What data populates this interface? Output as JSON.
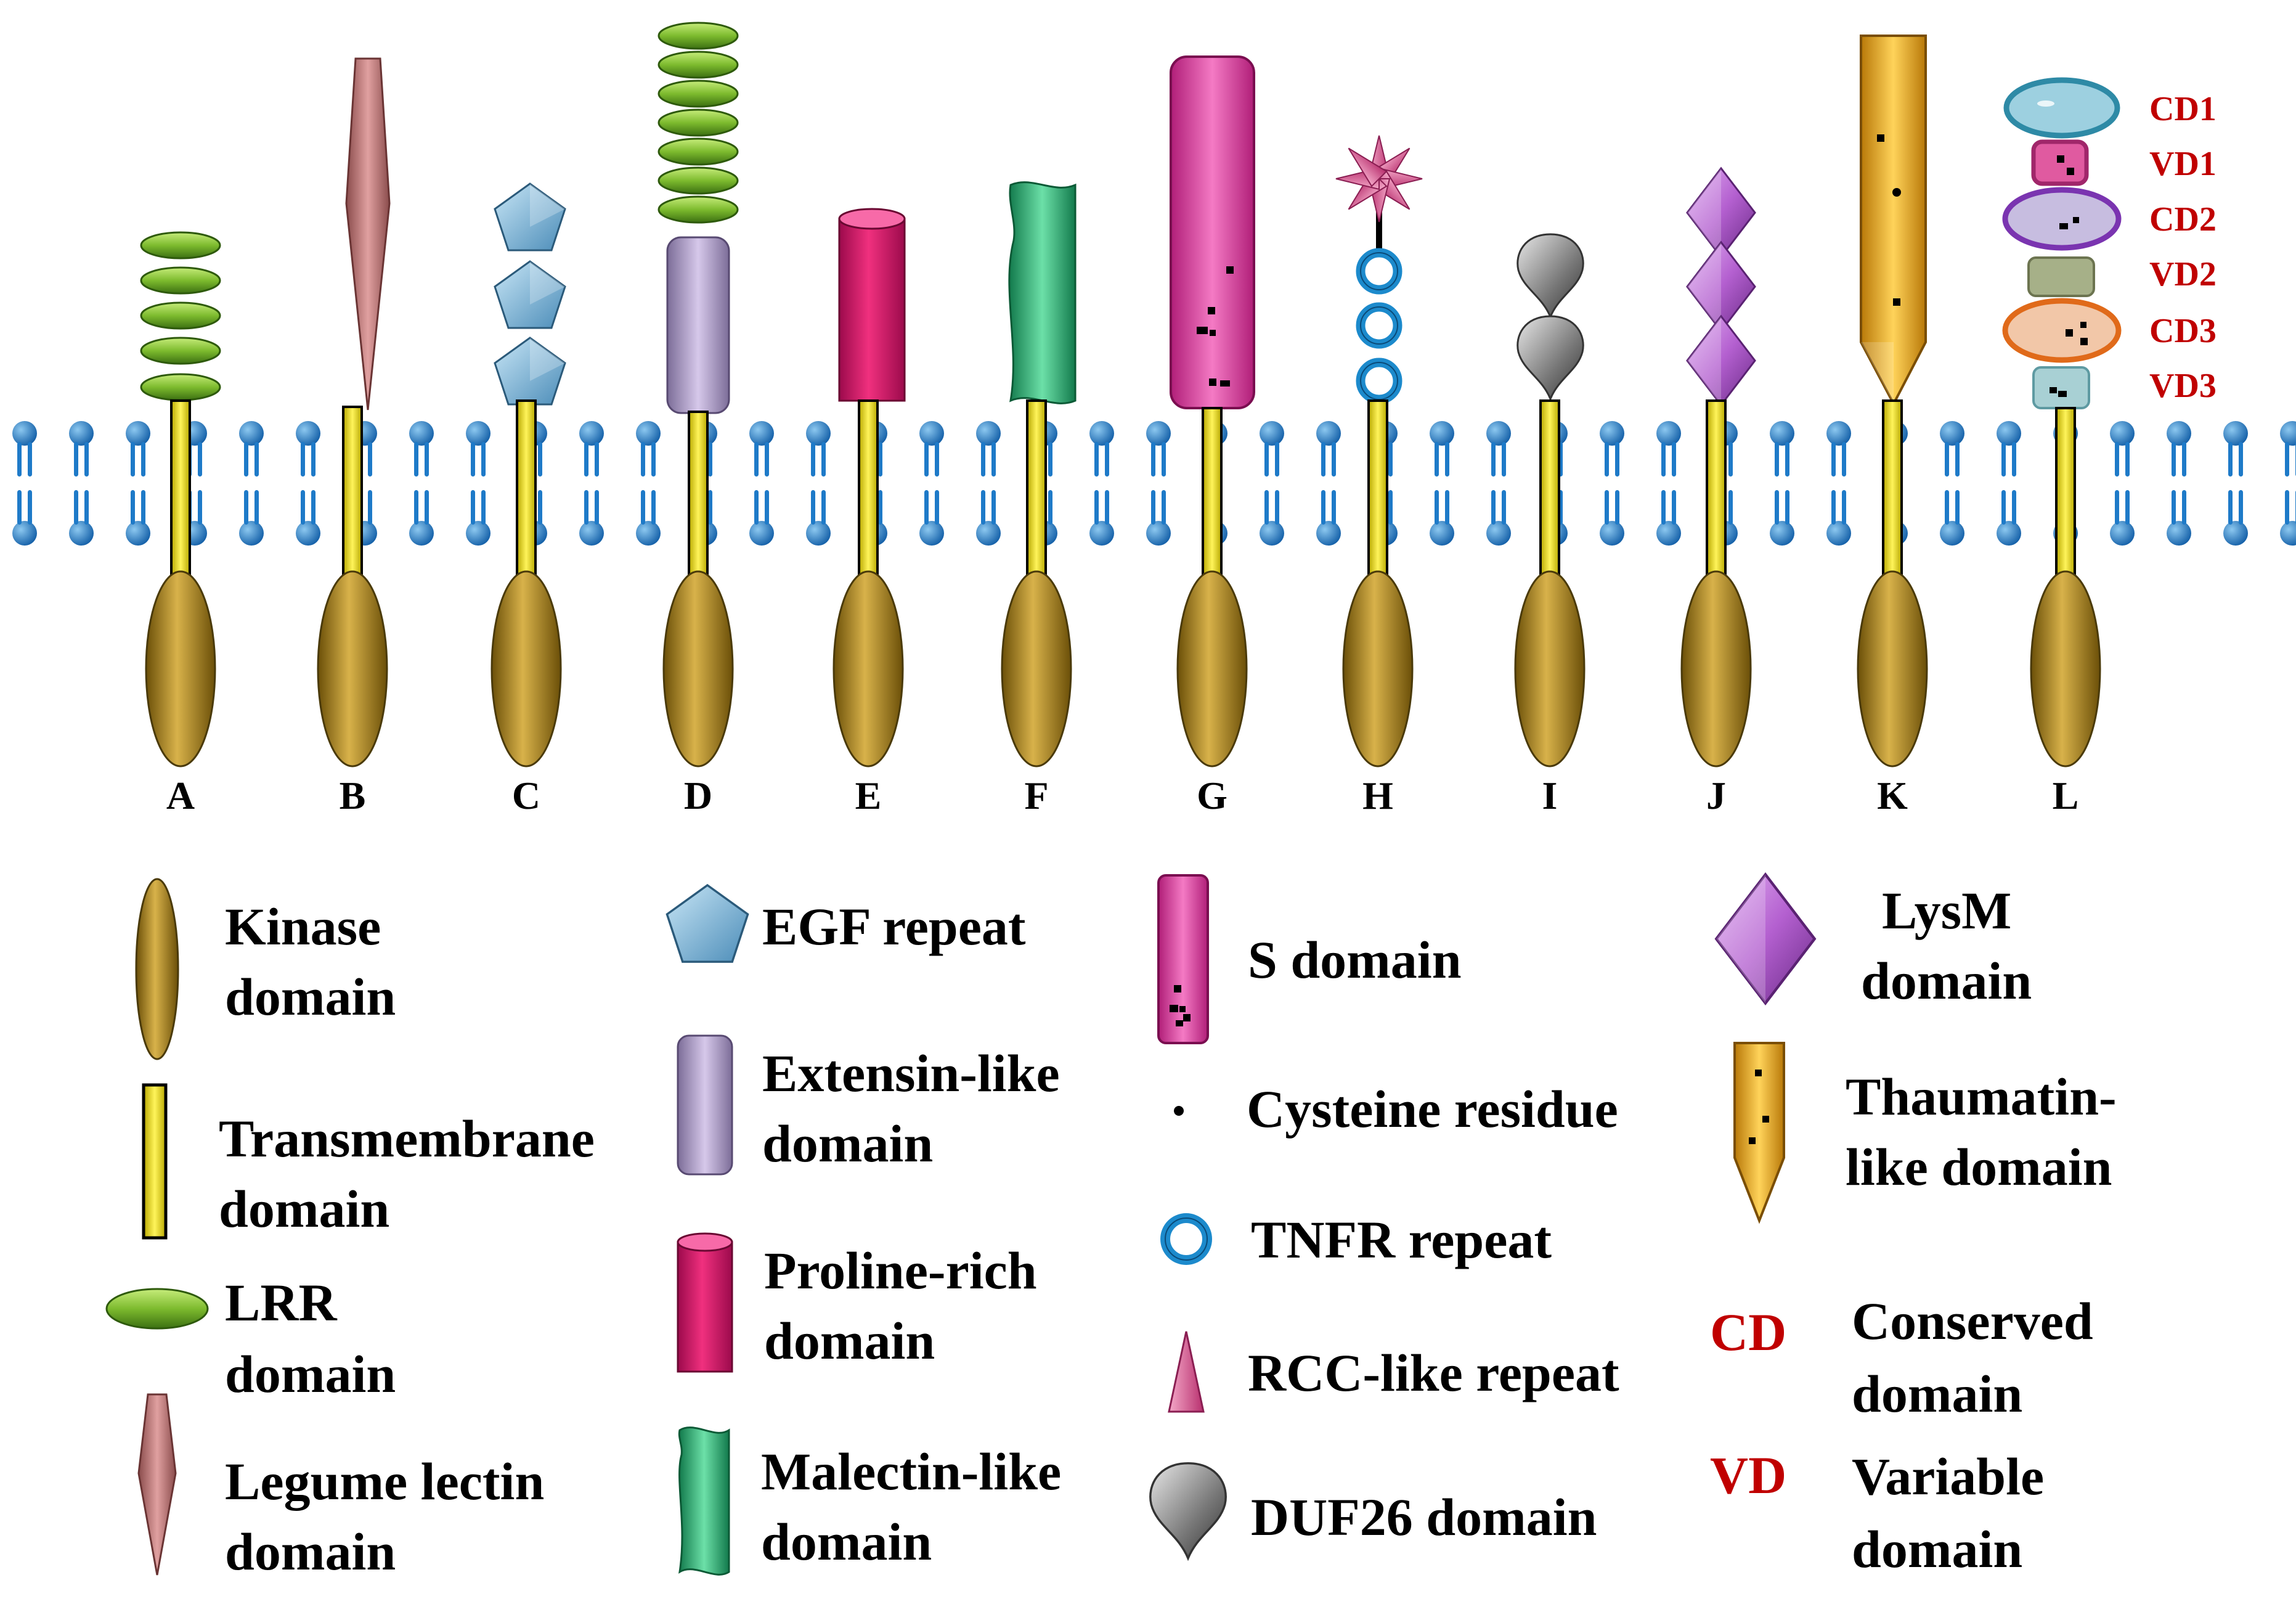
{
  "receptor_labels": [
    "A",
    "B",
    "C",
    "D",
    "E",
    "F",
    "G",
    "H",
    "I",
    "J",
    "K",
    "L"
  ],
  "domain_region_labels": [
    "CD1",
    "VD1",
    "CD2",
    "VD2",
    "CD3",
    "VD3"
  ],
  "legend": {
    "kinase": [
      "Kinase",
      "domain"
    ],
    "transmembrane": [
      "Transmembrane",
      "domain"
    ],
    "lrr": [
      "LRR",
      "domain"
    ],
    "legume_lectin": [
      "Legume lectin",
      "domain"
    ],
    "egf": [
      "EGF repeat"
    ],
    "extensin": [
      "Extensin-like",
      "domain"
    ],
    "proline": [
      "Proline-rich",
      "domain"
    ],
    "malectin": [
      "Malectin-like",
      "domain"
    ],
    "s_domain": [
      "S domain"
    ],
    "cysteine": [
      "Cysteine residue"
    ],
    "tnfr": [
      "TNFR repeat"
    ],
    "rcc": [
      "RCC-like repeat"
    ],
    "duf26": [
      "DUF26 domain"
    ],
    "lysm": [
      "LysM",
      "domain"
    ],
    "thaumatin": [
      "Thaumatin-",
      "like domain"
    ],
    "cd": {
      "abbr": "CD",
      "text": [
        "Conserved",
        "domain"
      ]
    },
    "vd": {
      "abbr": "VD",
      "text": [
        "Variable",
        "domain"
      ]
    }
  },
  "colors": {
    "kinase": "#9a7a1c",
    "transmembrane": "#f2e600",
    "lrr": "#7dbb2e",
    "legume_lectin": "#c98080",
    "egf": "#6fb0d8",
    "extensin": "#b4a2cc",
    "proline": "#e0207a",
    "malectin": "#2db87a",
    "s_domain": "#e04aa8",
    "tnfr": "#1c8acc",
    "rcc": "#e05a9a",
    "duf26": "#808080",
    "lysm": "#b460d0",
    "thaumatin": "#f0b020",
    "membrane": "#1e7ac8",
    "label_red": "#c00000"
  }
}
